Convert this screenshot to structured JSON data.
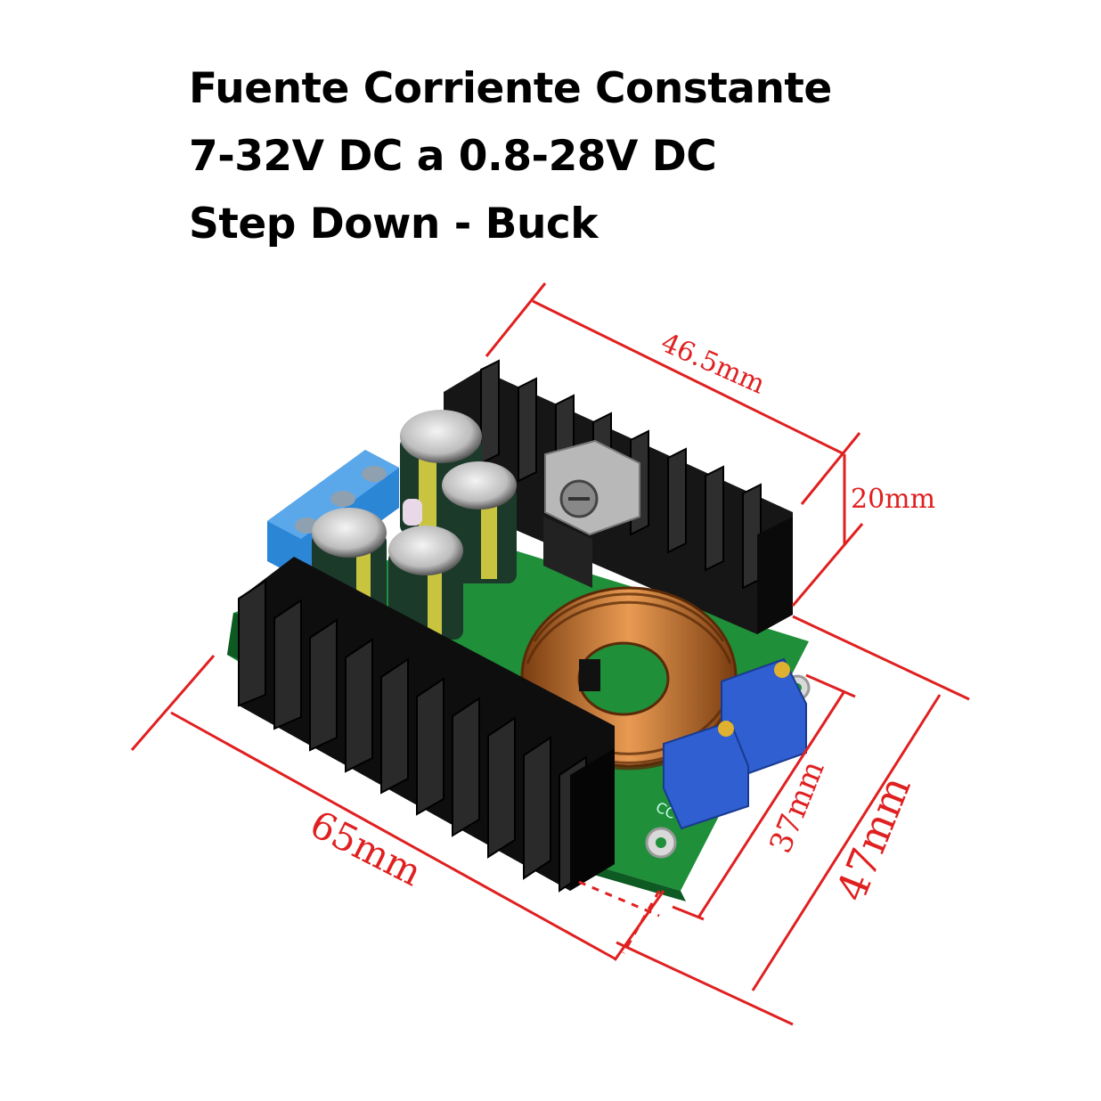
{
  "title": {
    "line1": "Fuente Corriente Constante",
    "line2": "7-32V DC a 0.8-28V DC",
    "line3": "Step Down - Buck"
  },
  "dimensions": {
    "top_width": "46.5mm",
    "height": "20mm",
    "length": "65mm",
    "inner_width": "37mm",
    "outer_width": "47mm"
  },
  "colors": {
    "dimension": "#e02020",
    "pcb": "#1f8f3a",
    "heatsink": "#1a1a1a",
    "terminal": "#2b86d6",
    "copper": "#c0702a",
    "trimmer": "#2f5fd0"
  }
}
